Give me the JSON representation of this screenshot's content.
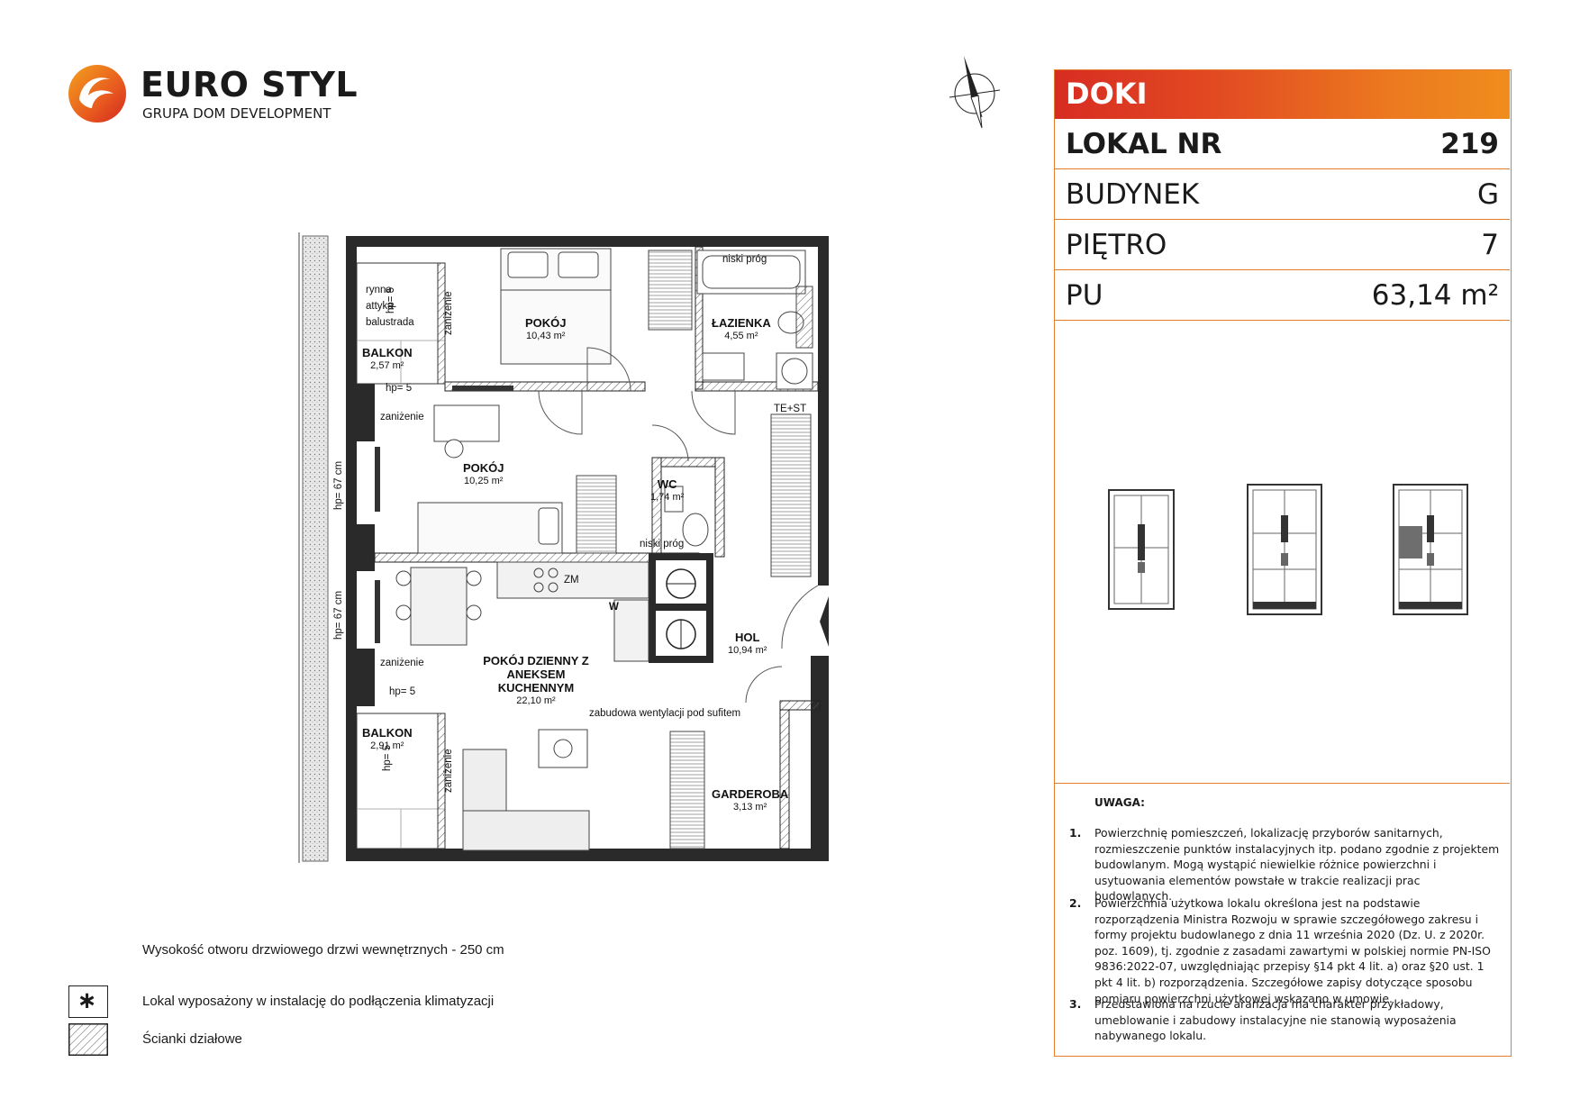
{
  "logo": {
    "name": "EURO STYL",
    "subtitle": "GRUPA DOM DEVELOPMENT"
  },
  "colors": {
    "accent_orange": "#e77d2c",
    "header_gradient_start": "#d72c22",
    "header_gradient_end": "#f08d1d",
    "wall": "#2a2a2a",
    "highlight_unit": "#6e6e6e"
  },
  "panel": {
    "header": "DOKI",
    "rows": [
      {
        "label": "LOKAL NR",
        "value": "219"
      },
      {
        "label": "BUDYNEK",
        "value": "G"
      },
      {
        "label": "PIĘTRO",
        "value": "7"
      },
      {
        "label": "PU",
        "value": "63,14 m²"
      }
    ],
    "notes_title": "UWAGA:",
    "notes": [
      {
        "num": "1.",
        "text": "Powierzchnię pomieszczeń, lokalizację przyborów sanitarnych, rozmieszczenie punktów instalacyjnych itp. podano zgodnie z projektem budowlanym. Mogą wystąpić niewielkie różnice powierzchni i usytuowania elementów powstałe w trakcie realizacji prac budowlanych."
      },
      {
        "num": "2.",
        "text": "Powierzchnia użytkowa lokalu określona jest na podstawie rozporządzenia Ministra Rozwoju w sprawie szczegółowego zakresu i formy projektu budowlanego z dnia 11 września 2020 (Dz. U. z 2020r. poz. 1609), tj. zgodnie z zasadami zawartymi w polskiej normie PN-ISO 9836:2022-07, uwzględniając przepisy §14 pkt 4 lit. a) oraz §20 ust. 1 pkt 4 lit. b) rozporządzenia. Szczegółowe zapisy dotyczące sposobu pomiaru powierzchni użytkowej wskazano w umowie."
      },
      {
        "num": "3.",
        "text": "Przedstawiona na rzucie aranżacja ma charakter przykładowy, umeblowanie i zabudowy instalacyjne nie stanowią wyposażenia nabywanego lokalu."
      }
    ]
  },
  "rooms": [
    {
      "name": "POKÓJ",
      "area": "10,43 m²"
    },
    {
      "name": "ŁAZIENKA",
      "area": "4,55 m²"
    },
    {
      "name": "BALKON",
      "area": "2,57 m²"
    },
    {
      "name": "POKÓJ",
      "area": "10,25 m²"
    },
    {
      "name": "WC",
      "area": "1,74 m²"
    },
    {
      "name": "HOL",
      "area": "10,94 m²"
    },
    {
      "name": "POKÓJ DZIENNY Z ANEKSEM KUCHENNYM",
      "area": "22,10 m²"
    },
    {
      "name": "BALKON",
      "area": "2,91 m²"
    },
    {
      "name": "GARDEROBA",
      "area": "3,13 m²"
    }
  ],
  "plan_labels": {
    "rynna": "rynna",
    "attyka": "attyka",
    "balustrada": "balustrada",
    "hp5": "hp= 5",
    "hp67": "hp= 67 cm",
    "zanizenie": "zaniżenie",
    "niski_prog": "niski próg",
    "te_st": "TE+ST",
    "zm": "ZM",
    "w": "W",
    "wentylacja": "zabudowa wentylacji pod sufitem"
  },
  "legend": {
    "door_note": "Wysokość otworu drzwiowego drzwi wewnętrznych - 250 cm",
    "ac_symbol": "∗",
    "ac_text": "Lokal wyposażony w instalację do podłączenia klimatyzacji",
    "walls_text": "Ścianki działowe"
  }
}
